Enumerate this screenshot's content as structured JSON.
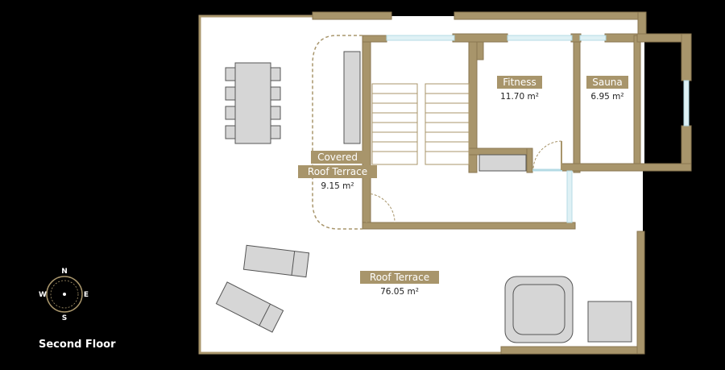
{
  "floor": {
    "name": "Second Floor"
  },
  "colors": {
    "background": "#000000",
    "floor": "#ffffff",
    "wall": "#a8956b",
    "wall_edge": "#8a7650",
    "label_bg": "#a8956b",
    "window": "#c8e6ee",
    "furniture": "#d6d6d6"
  },
  "rooms": {
    "fitness": {
      "name": "Fitness",
      "area": "11.70 m²"
    },
    "sauna": {
      "name": "Sauna",
      "area": "6.95 m²"
    },
    "covered_terrace": {
      "name_line1": "Covered",
      "name_line2": "Roof Terrace",
      "area": "9.15 m²"
    },
    "roof_terrace": {
      "name": "Roof Terrace",
      "area": "76.05 m²"
    }
  },
  "compass": {
    "n": "N",
    "e": "E",
    "s": "S",
    "w": "W",
    "icon": "compass-icon"
  }
}
